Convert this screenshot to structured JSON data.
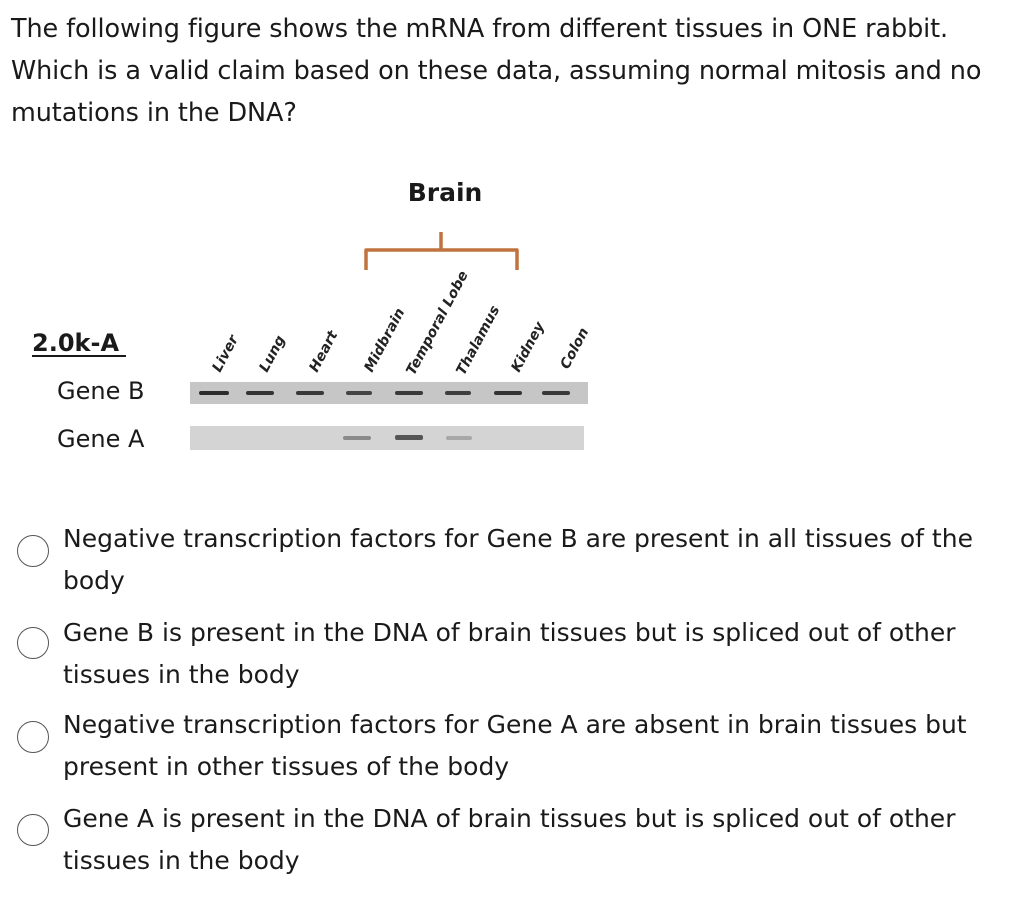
{
  "question": {
    "text": "The following figure shows the mRNA from different tissues in ONE rabbit. Which is a valid claim based on these data, assuming normal mitosis and no mutations in the DNA?"
  },
  "figure": {
    "group_label": "Brain",
    "size_marker": "2.0k-A",
    "rows": [
      {
        "label": "Gene B"
      },
      {
        "label": "Gene A"
      }
    ],
    "lanes": [
      "Liver",
      "Lung",
      "Heart",
      "Midbrain",
      "Temporal Lobe",
      "Thalamus",
      "Kidney",
      "Colon"
    ],
    "colors": {
      "bracket": "#c0733f",
      "gel_strip": "#c8c8c8",
      "gel_strip_light": "#d6d6d6",
      "band": "#3a3a3a"
    }
  },
  "choices": [
    {
      "text": "Negative transcription factors for Gene B are present in all tissues of the body"
    },
    {
      "text": "Gene B is present in the DNA of brain tissues but is spliced out of other tissues in the body"
    },
    {
      "text": "Negative transcription factors for Gene A are absent in brain tissues but present in other tissues of the body"
    },
    {
      "text": "Gene A is present in the DNA of brain tissues but is spliced out of other tissues in the body"
    }
  ]
}
